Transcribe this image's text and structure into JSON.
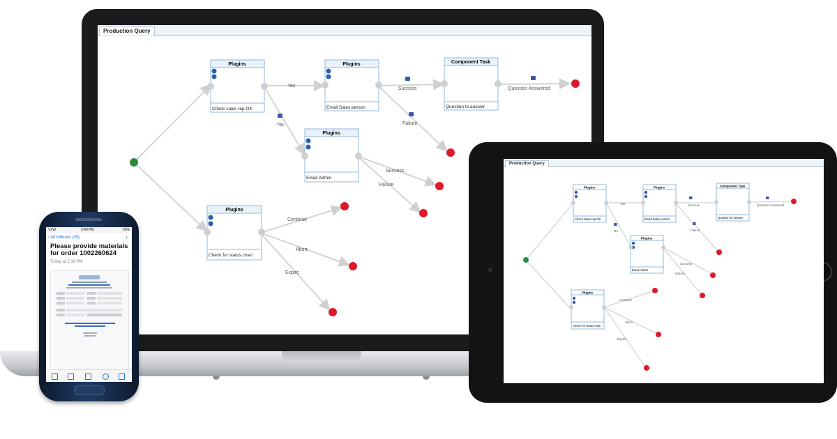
{
  "window_title": "Production Query",
  "workflow": {
    "nodes": {
      "plugin1": {
        "header": "Plugins",
        "footer": "Check sales rep OK"
      },
      "plugin2": {
        "header": "Plugins",
        "footer": "Email Sales person"
      },
      "component": {
        "header": "Component Task",
        "footer": "Question to answer"
      },
      "plugin3": {
        "header": "Plugins",
        "footer": "Email Admin"
      },
      "plugin4": {
        "header": "Plugins",
        "footer": "Check for status chan"
      }
    },
    "edge_labels": {
      "yes": "Yes",
      "no": "No",
      "success_top": "Success",
      "failure_top": "Failure",
      "question_answered": "Question Answered",
      "success_mid": "Success",
      "failure_mid": "Failure",
      "continue": "Continue",
      "abort": "Abort",
      "expire": "Expire"
    }
  },
  "phone": {
    "status_left": "VZW",
    "status_time": "3:40 PM",
    "status_right": "55%",
    "back_label": "All Inboxes (35)",
    "subject": "Please provide materials for order 1002260624",
    "date": "Today at 5:39 PM"
  },
  "colors": {
    "start_node": "#2e8b3d",
    "end_node": "#e0192a",
    "node_border": "#8fb9dc",
    "edge": "#d0d0d0"
  }
}
